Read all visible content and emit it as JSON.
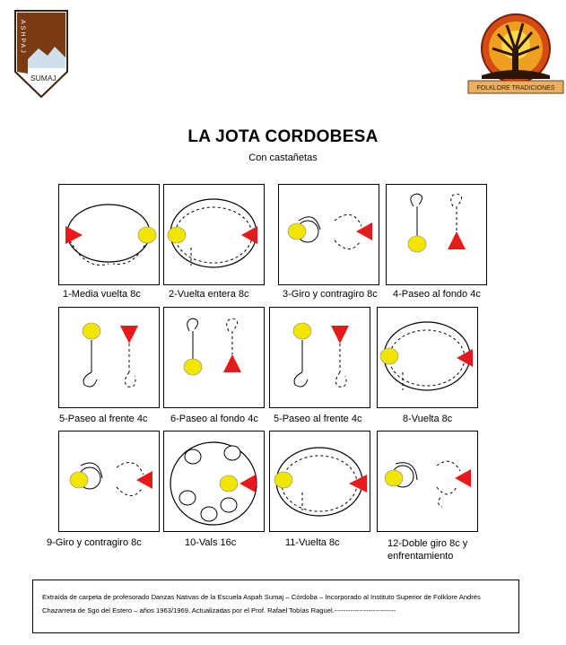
{
  "logos": {
    "left_text": "ASHPAJ SUMAJ",
    "right_caption": "FOLKLORE TRADICIONES"
  },
  "title": "LA JOTA CORDOBESA",
  "subtitle": "Con castañetas",
  "figures": [
    {
      "caption": "1-Media vuelta 8c",
      "icon": "half-turn-diagram"
    },
    {
      "caption": "2-Vuelta entera 8c",
      "icon": "full-turn-diagram"
    },
    {
      "caption": "3-Giro y contragiro 8c",
      "icon": "turn-counterturn-diagram"
    },
    {
      "caption": "4-Paseo al fondo 4c",
      "icon": "walk-back-diagram"
    },
    {
      "caption": "5-Paseo al  frente 4c",
      "icon": "walk-forward-diagram"
    },
    {
      "caption": "6-Paseo al fondo 4c",
      "icon": "walk-back-diagram"
    },
    {
      "caption": "5-Paseo al  frente 4c",
      "icon": "walk-forward-diagram"
    },
    {
      "caption": "8-Vuelta 8c",
      "icon": "full-turn-diagram"
    },
    {
      "caption": "9-Giro y contragiro 8c",
      "icon": "turn-counterturn-diagram"
    },
    {
      "caption": "10-Vals 16c",
      "icon": "waltz-diagram"
    },
    {
      "caption": "11-Vuelta 8c",
      "icon": "full-turn-diagram"
    },
    {
      "caption": "12-Doble giro 8c y enfrentamiento",
      "icon": "double-turn-diagram"
    }
  ],
  "footer": "Extraída de carpeta de profesorado Danzas Nativas de la Escuela Aspah Sumaj – Córdoba – Incorporado al Instituto Superior de Folklore Andrés Chazarreta de Sgo del Estero – años 1963/1969. Actualizadas por el Prof. Rafael Tobías Raguel.---------------------------",
  "colors": {
    "female_marker": "#f2e600",
    "male_marker": "#e8191a",
    "shield_brown": "#7a3a12"
  }
}
